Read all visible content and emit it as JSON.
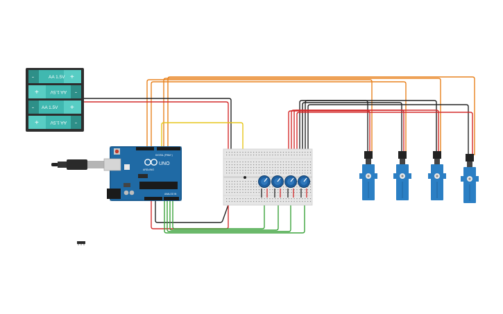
{
  "battery_pack": {
    "cells": [
      {
        "label": "AA 1.5V",
        "plus": "+",
        "minus": "-",
        "flipped": false
      },
      {
        "label": "AA 1.5V",
        "plus": "+",
        "minus": "-",
        "flipped": true
      },
      {
        "label": "AA 1.5V",
        "plus": "+",
        "minus": "-",
        "flipped": false
      },
      {
        "label": "AA 1.5V",
        "plus": "+",
        "minus": "-",
        "flipped": true
      }
    ]
  },
  "arduino": {
    "logo": "UNO",
    "brand": "ARDUINO",
    "digital_label": "DIGITAL (PWM~)",
    "analog_label": "ANALOG IN"
  },
  "colors": {
    "wire_orange": "#e8821e",
    "wire_red": "#d42a2a",
    "wire_black": "#222222",
    "wire_green": "#3aa23a",
    "wire_yellow": "#e6c619",
    "board_blue": "#1f6aa5",
    "servo_blue": "#2b7fc4",
    "battery_teal": "#40b8b0",
    "knob_blue": "#1d5fa0"
  }
}
